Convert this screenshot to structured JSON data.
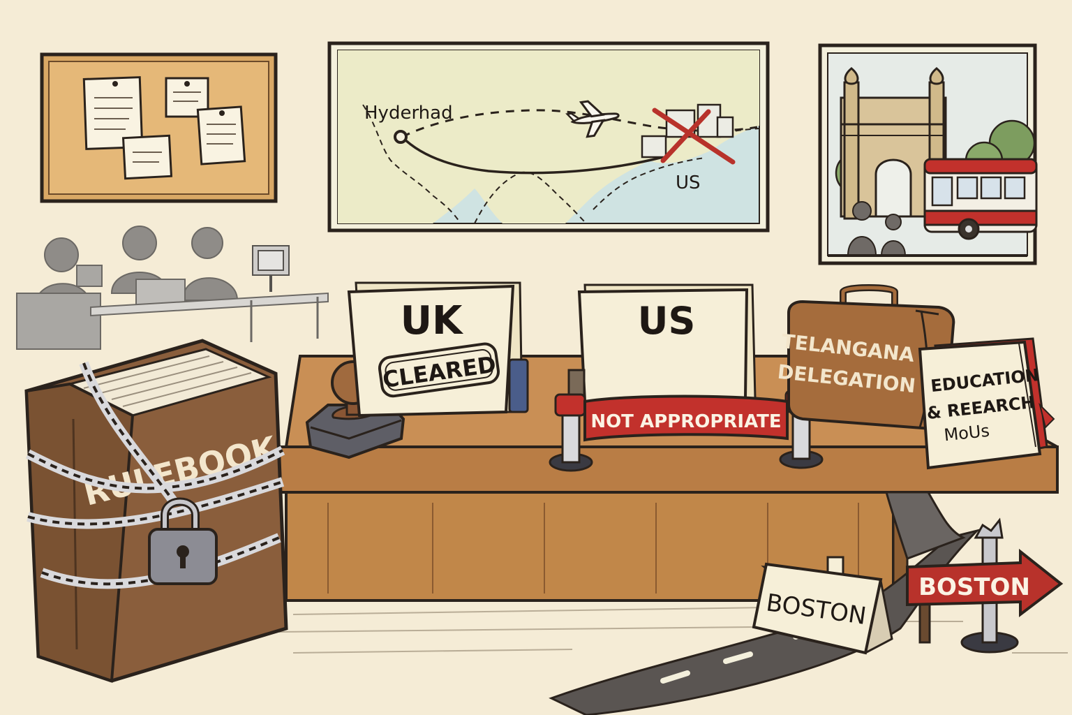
{
  "map": {
    "origin_label": "Hyderhad",
    "destination_label": "US"
  },
  "folders": {
    "uk": {
      "label": "UK",
      "stamp": "CLEARED"
    },
    "us": {
      "label": "US",
      "banner": "NOT APPROPRIATE"
    }
  },
  "rulebook": {
    "label": "RULEBOOK"
  },
  "suitcase": {
    "label_line1": "TELANGANA",
    "label_line2": "DELEGATION"
  },
  "mou_book": {
    "line1": "EDUCATION",
    "line2": "& REEARCH",
    "line3": "MoUs"
  },
  "place_card": {
    "label": "BOSTON"
  },
  "signpost": {
    "label": "BOSTON"
  },
  "colors": {
    "wall": "#f5ecd6",
    "desk": "#c98f55",
    "rulebook": "#8a5e3c",
    "banner_red": "#c2312c",
    "sign_red": "#b8322b",
    "suitcase": "#a56c3c",
    "cork": "#d9a865",
    "map_land": "#ecebc8",
    "map_sea": "#cfe3e2"
  }
}
